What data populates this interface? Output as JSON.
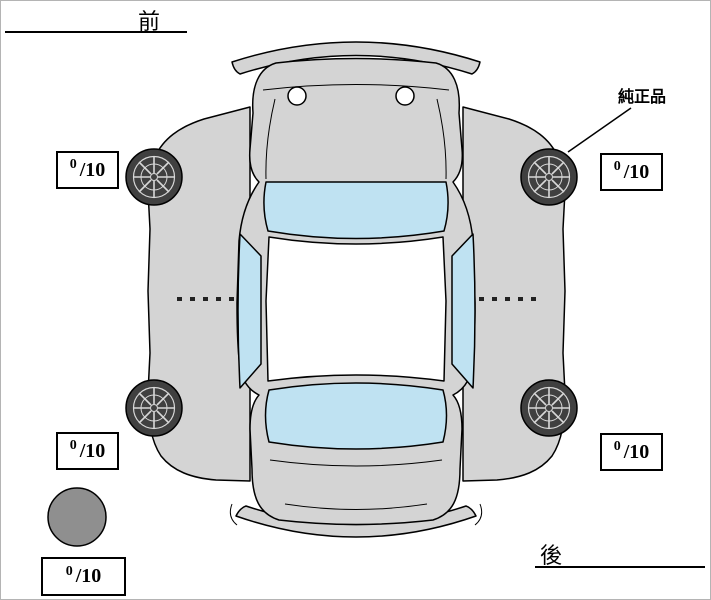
{
  "orientation_labels": {
    "front": "前",
    "rear": "後"
  },
  "annotation": {
    "genuine_part": "純正品"
  },
  "tread_boxes": [
    {
      "position": "front-left",
      "numerator": "0",
      "denominator": "/10"
    },
    {
      "position": "front-right",
      "numerator": "0",
      "denominator": "/10"
    },
    {
      "position": "rear-left",
      "numerator": "0",
      "denominator": "/10"
    },
    {
      "position": "rear-right",
      "numerator": "0",
      "denominator": "/10"
    },
    {
      "position": "spare",
      "numerator": "0",
      "denominator": "/10"
    }
  ],
  "colors": {
    "body": "#d4d4d4",
    "glass": "#bfe2f2",
    "roof": "#ffffff",
    "tire": "#404040",
    "spoke": "#d8d8d8",
    "spare_tire": "#8f8f8f",
    "outline": "#000000"
  }
}
